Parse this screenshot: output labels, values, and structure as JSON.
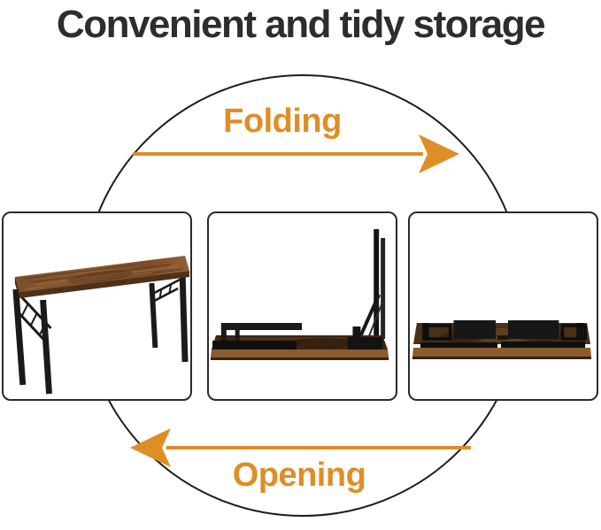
{
  "title": "Convenient and tidy storage",
  "cycle": {
    "folding_label": "Folding",
    "opening_label": "Opening",
    "folding_arrow_icon": "arrow-right",
    "opening_arrow_icon": "arrow-left"
  },
  "panels": [
    {
      "name": "table-open",
      "alt": "Folding table fully opened: rustic brown wood top on black folding steel legs"
    },
    {
      "name": "table-half-folded",
      "alt": "Table flipped upside down: one leg frame folded flat, one leg frame still upright"
    },
    {
      "name": "table-fully-folded",
      "alt": "Table fully folded into a flat slab with both leg frames flush against the underside"
    }
  ],
  "colors": {
    "accent_orange": "#DE8E27",
    "title_text": "#2D2D2D",
    "circle_stroke": "#1C1C1C",
    "panel_border": "#2B2B2B",
    "background": "#FFFFFF"
  }
}
